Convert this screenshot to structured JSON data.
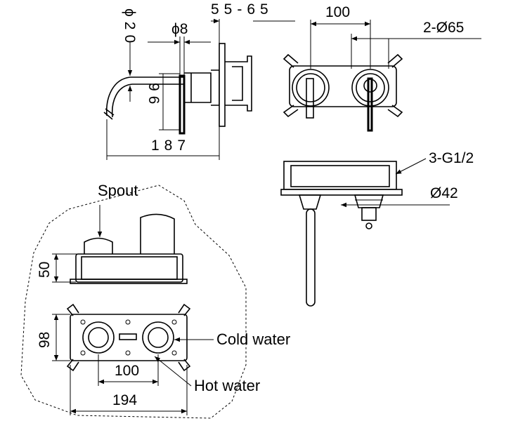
{
  "side_view": {
    "dim_phi20": "ϕ20",
    "dim_phi8": "ϕ8",
    "dim_55_65": "55-65",
    "dim_96": "96",
    "dim_187": "187"
  },
  "front_view": {
    "dim_100": "100",
    "dim_2phi65": "2-Ø65"
  },
  "top_view": {
    "dim_3g12": "3-G1/2",
    "dim_phi42": "Ø42"
  },
  "valve_view": {
    "spout_label": "Spout",
    "dim_50": "50",
    "dim_98": "98",
    "dim_100": "100",
    "dim_194": "194",
    "cold_water_label": "Cold water",
    "hot_water_label": "Hot water"
  },
  "colors": {
    "line": "#000000",
    "background": "#ffffff"
  }
}
